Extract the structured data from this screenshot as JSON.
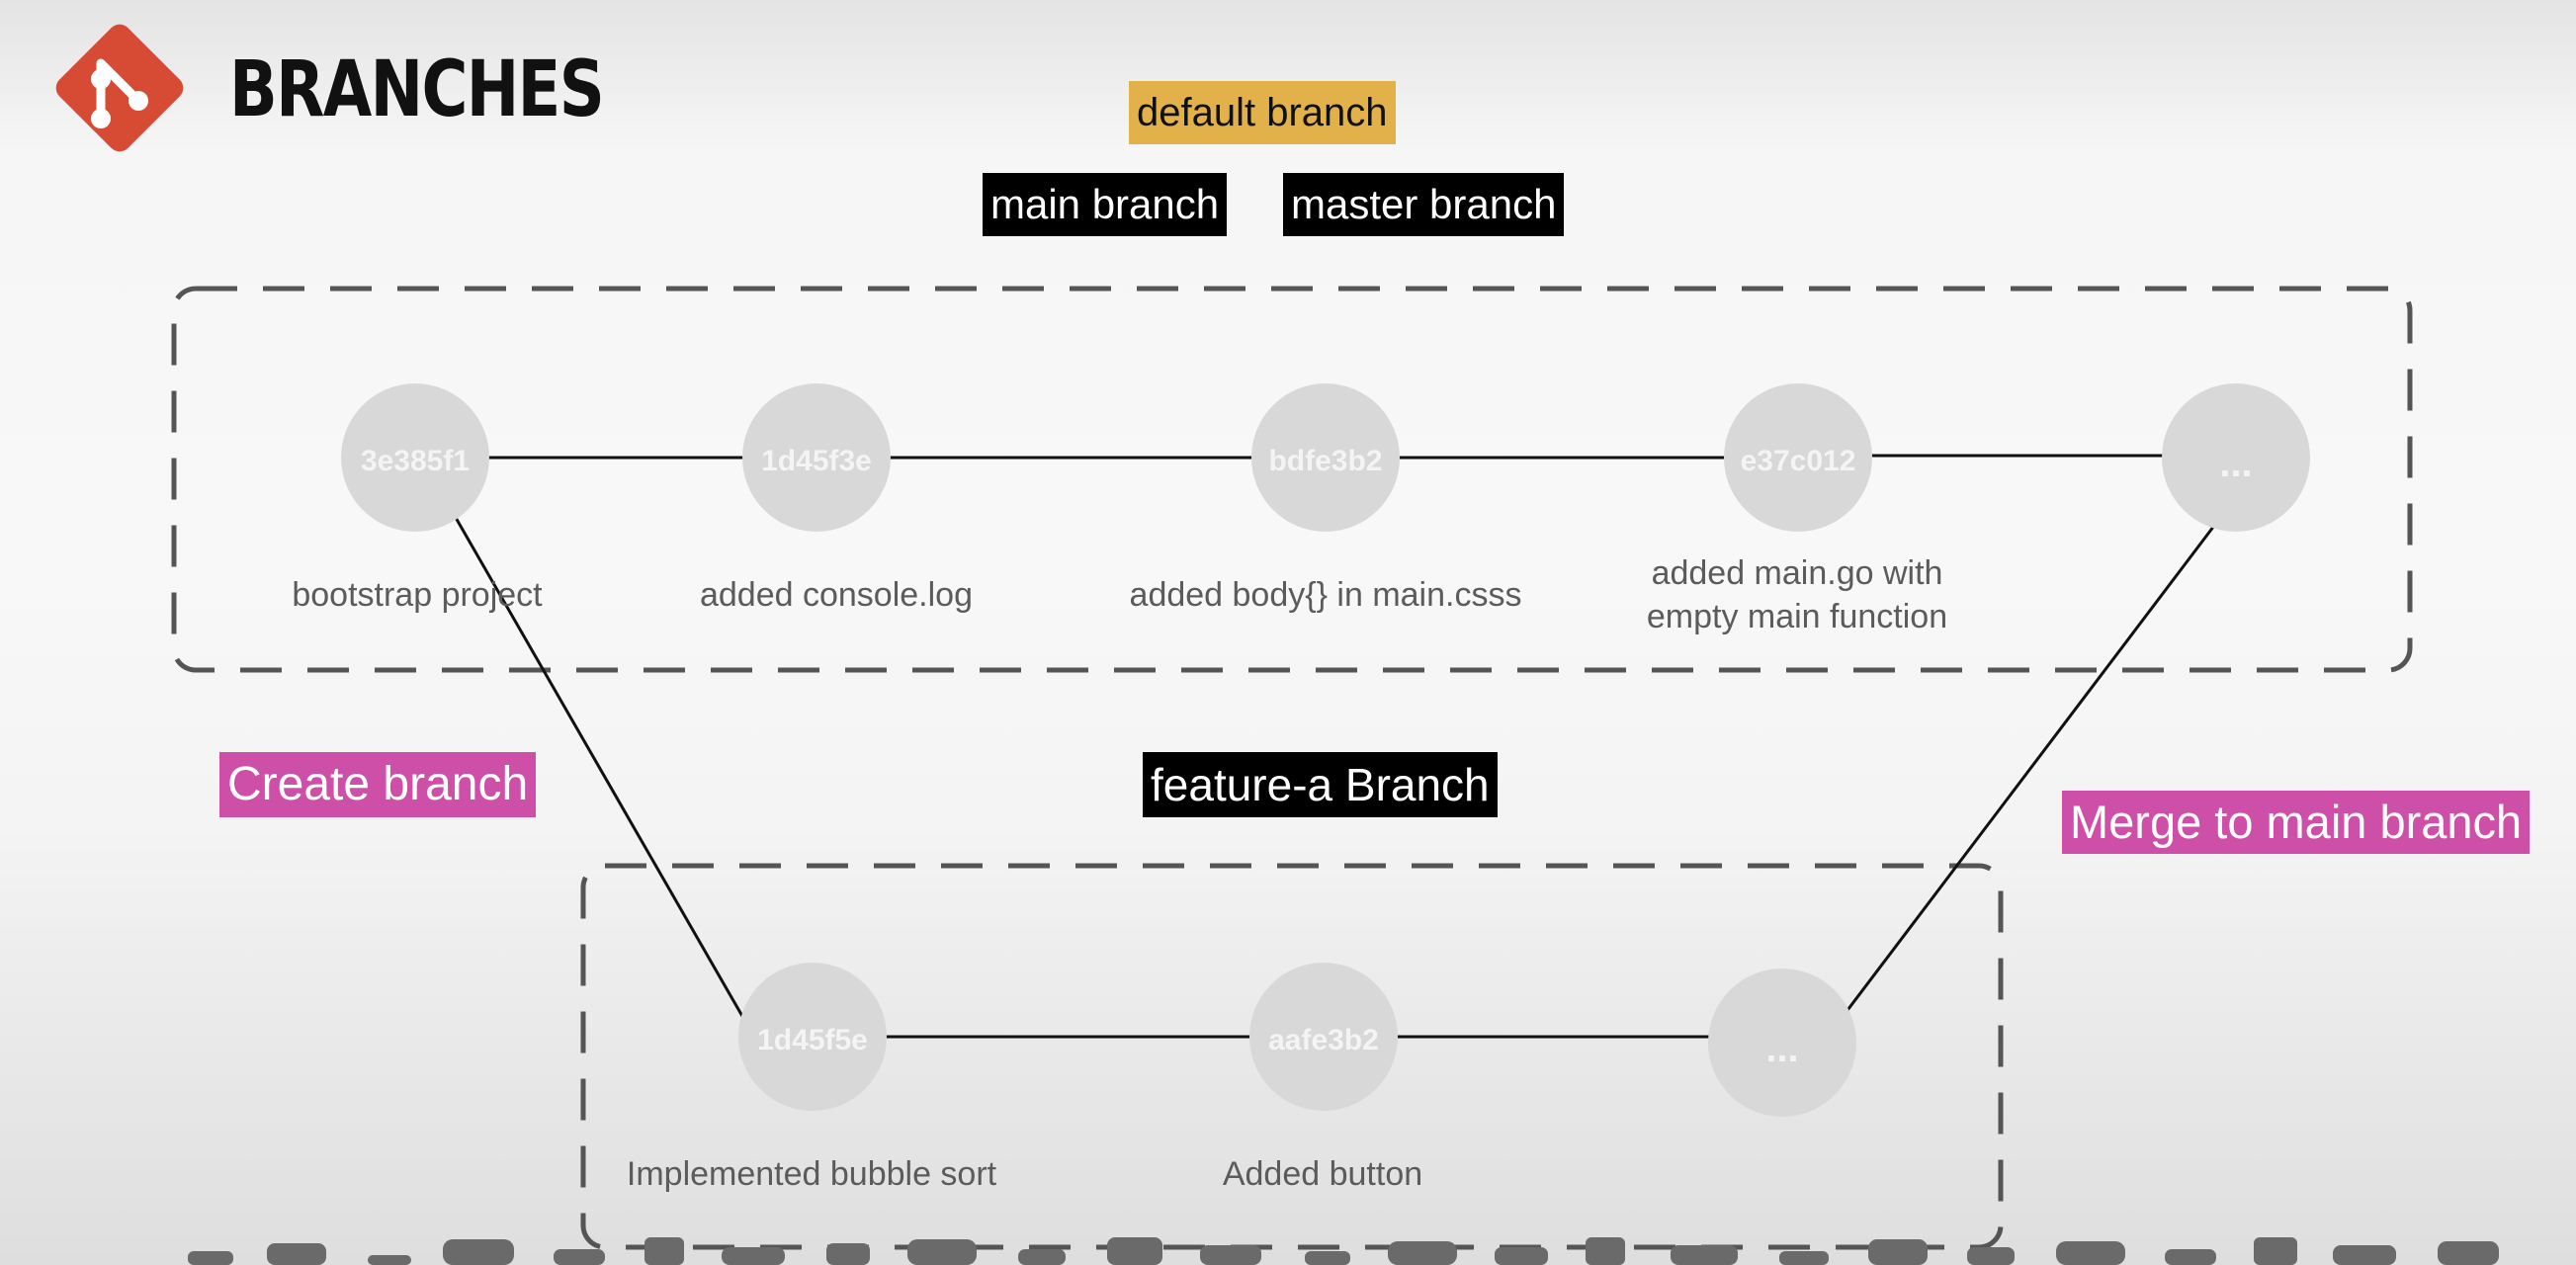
{
  "header": {
    "title": "BRANCHES",
    "logo_icon": "git-logo-icon",
    "logo_color": "#d74b35"
  },
  "labels": {
    "default_branch": "default branch",
    "main_branch": "main branch",
    "master_branch": "master branch",
    "feature_branch": "feature-a Branch",
    "create_branch": "Create branch",
    "merge_to_main": "Merge to main branch"
  },
  "main_commits": [
    {
      "hash": "3e385f1",
      "caption": "bootstrap project"
    },
    {
      "hash": "1d45f3e",
      "caption": "added console.log"
    },
    {
      "hash": "bdfe3b2",
      "caption": "added body{} in main.csss"
    },
    {
      "hash": "e37c012",
      "caption": "added main.go with\nempty main function"
    },
    {
      "hash": "...",
      "caption": ""
    }
  ],
  "feature_commits": [
    {
      "hash": "1d45f5e",
      "caption": "Implemented bubble sort"
    },
    {
      "hash": "aafe3b2",
      "caption": "Added button"
    },
    {
      "hash": "...",
      "caption": ""
    }
  ],
  "colors": {
    "highlight_yellow": "#e3b14a",
    "highlight_pink": "#cd4fa8",
    "commit_circle": "#d8d8d8",
    "commit_text": "#f4f4f4"
  }
}
